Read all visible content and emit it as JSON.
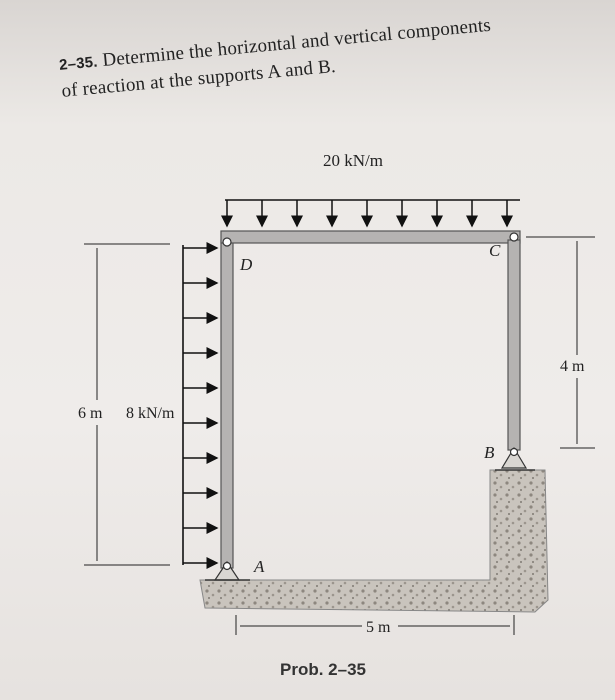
{
  "problem": {
    "number": "2–35.",
    "line1": "Determine the horizontal and vertical components",
    "line2": "of reaction at the supports A and B."
  },
  "figure": {
    "top_load": "20 kN/m",
    "side_load": "8 kN/m",
    "left_height": "6 m",
    "right_height": "4 m",
    "span": "5 m",
    "point_D": "D",
    "point_C": "C",
    "point_A": "A",
    "point_B": "B"
  },
  "caption": "Prob. 2–35"
}
